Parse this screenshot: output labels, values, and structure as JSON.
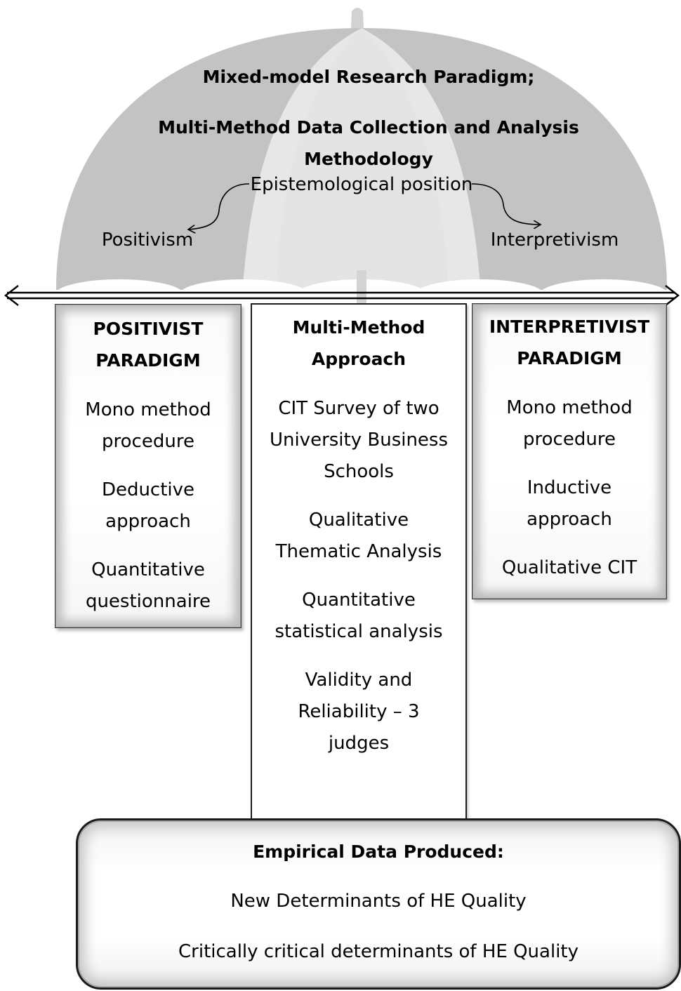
{
  "umbrella": {
    "title_line1": "Mixed-model Research Paradigm;",
    "title_line2": "Multi-Method Data Collection and Analysis",
    "title_line3": "Methodology",
    "epistemology": "Epistemological position",
    "left_label": "Positivism",
    "right_label": "Interpretivism"
  },
  "left_box": {
    "heading": [
      "POSITIVIST",
      "PARADIGM"
    ],
    "items": [
      [
        "Mono method",
        "procedure"
      ],
      [
        "Deductive",
        "approach"
      ],
      [
        "Quantitative",
        "questionnaire"
      ]
    ]
  },
  "middle_box": {
    "heading": [
      "Multi-Method",
      "Approach"
    ],
    "items": [
      [
        "CIT Survey of two",
        "University Business",
        "Schools"
      ],
      [
        "Qualitative",
        "Thematic Analysis"
      ],
      [
        "Quantitative",
        "statistical analysis"
      ],
      [
        "Validity and",
        "Reliability – 3",
        "judges"
      ]
    ]
  },
  "right_box": {
    "heading": [
      "INTERPRETIVIST",
      "PARADIGM"
    ],
    "items": [
      [
        "Mono method",
        "procedure"
      ],
      [
        "Inductive",
        "approach"
      ],
      [
        "Qualitative CIT"
      ]
    ]
  },
  "bottom_box": {
    "heading": "Empirical Data Produced:",
    "items": [
      "New Determinants of HE Quality",
      "Critically critical determinants of HE Quality"
    ]
  },
  "colors": {
    "umbrella_dark": "#c3c3c3",
    "umbrella_light": "#e7e7e7",
    "line": "#000000"
  }
}
